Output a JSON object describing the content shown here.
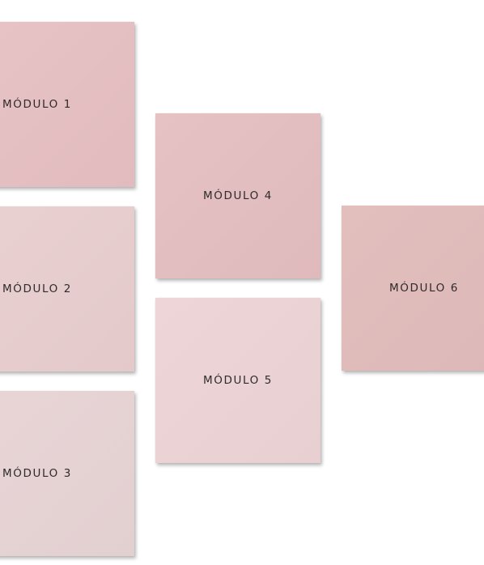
{
  "modules": [
    {
      "label": "MÓDULO 1"
    },
    {
      "label": "MÓDULO 2"
    },
    {
      "label": "MÓDULO 3"
    },
    {
      "label": "MÓDULO 4"
    },
    {
      "label": "MÓDULO 5"
    },
    {
      "label": "MÓDULO 6"
    }
  ],
  "colors": {
    "background": "#ffffff",
    "text": "#2f2a2b",
    "module_1": "#e5c0c2",
    "module_2": "#e7cdce",
    "module_3": "#e6d2d3",
    "module_4": "#e3bec0",
    "module_5": "#ebd3d5",
    "module_6": "#dfbbbb"
  }
}
